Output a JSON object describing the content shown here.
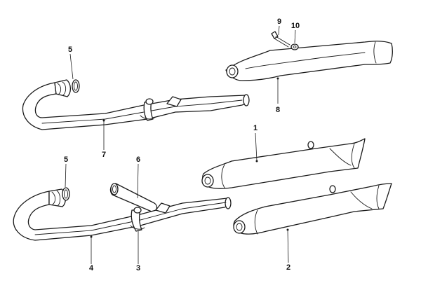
{
  "callouts": {
    "c1": "1",
    "c2": "2",
    "c3": "3",
    "c4": "4",
    "c5a": "5",
    "c5b": "5",
    "c6": "6",
    "c7": "7",
    "c8": "8",
    "c9": "9",
    "c10": "10"
  }
}
